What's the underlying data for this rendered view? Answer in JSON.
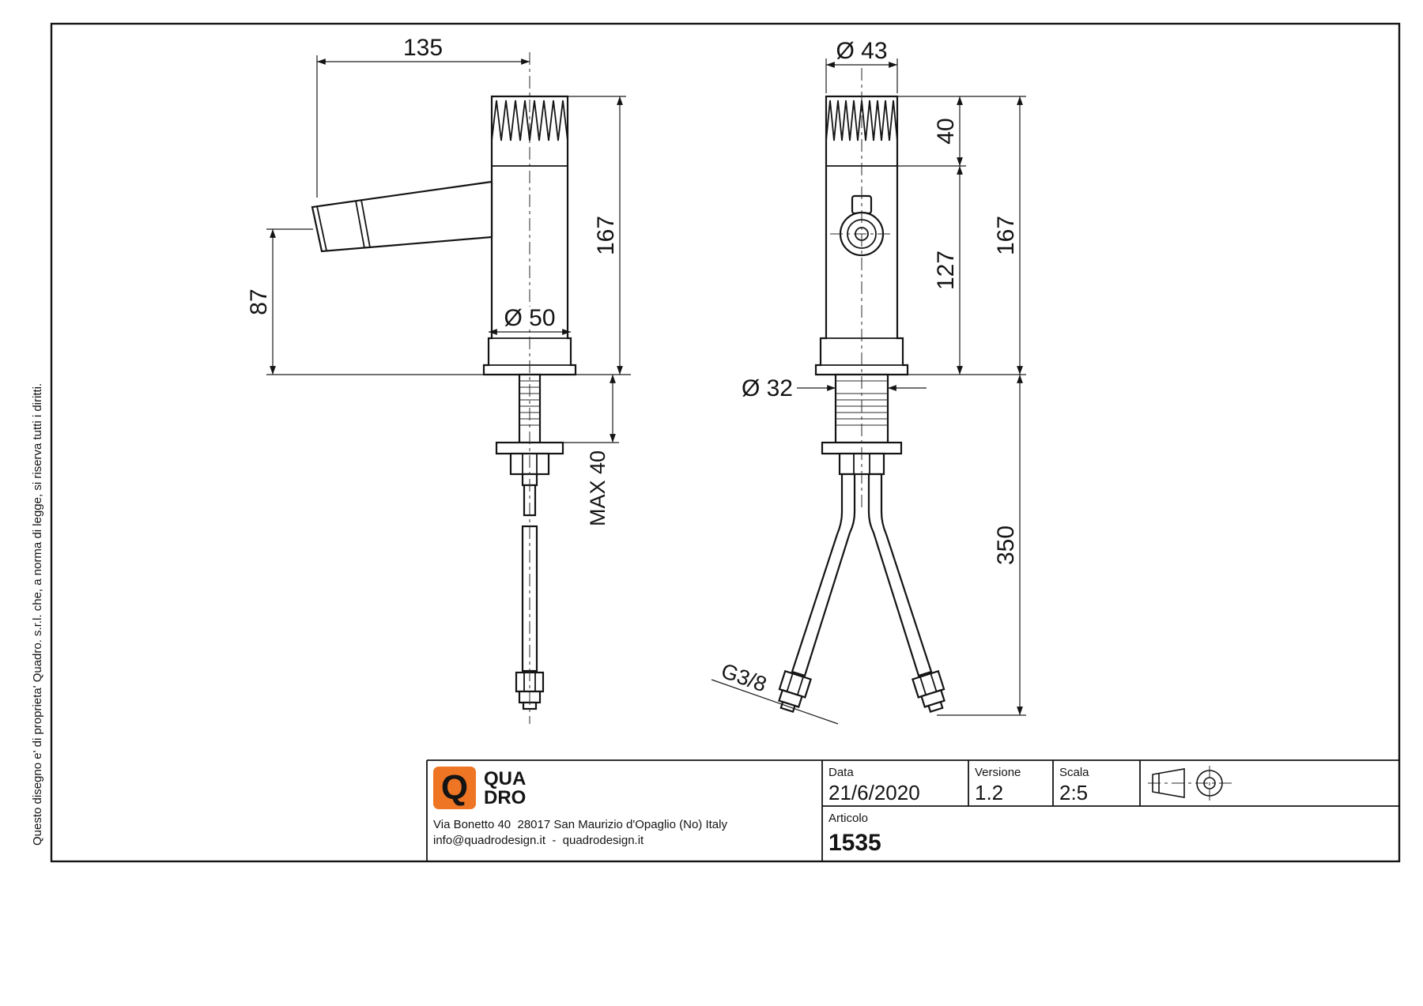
{
  "colors": {
    "accent": "#ED7524",
    "ink": "#141414"
  },
  "copyright": "Questo disegno e' di proprieta' Quadro. s.r.l. che, a norma di legge, si riserva tutti i diritti.",
  "views": {
    "side": {
      "reach": "135",
      "height": "167",
      "spout_height": "87",
      "body_dia": "Ø 50",
      "max_mount": "MAX 40"
    },
    "front": {
      "top_dia": "Ø 43",
      "handle_height": "40",
      "height": "167",
      "body_height": "127",
      "shank_dia": "Ø 32",
      "hose_length": "350",
      "thread": "G3/8"
    }
  },
  "title_block": {
    "logo": {
      "q": "Q",
      "line1": "QUA",
      "line2": "DRO"
    },
    "address": "Via Bonetto 40  28017 San Maurizio d'Opaglio (No) Italy",
    "contact": "info@quadrodesign.it  -  quadrodesign.it",
    "fields": {
      "data": {
        "label": "Data",
        "value": "21/6/2020"
      },
      "versione": {
        "label": "Versione",
        "value": "1.2"
      },
      "scala": {
        "label": "Scala",
        "value": "2:5"
      },
      "articolo": {
        "label": "Articolo",
        "value": "1535"
      }
    }
  }
}
